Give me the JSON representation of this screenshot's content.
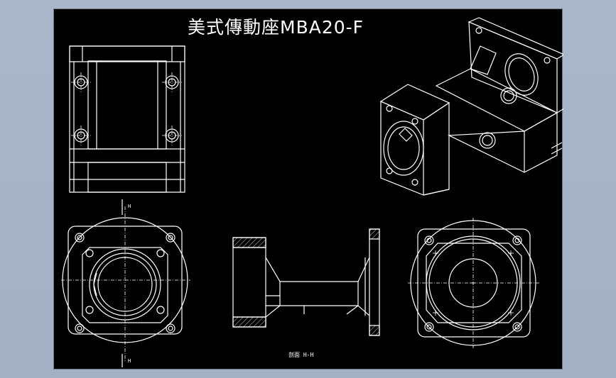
{
  "drawing": {
    "title": "美式傳動座MBA20-F",
    "section_label": "剖面 H-H",
    "cut_marker_top": "H",
    "cut_marker_bottom": "H"
  },
  "colors": {
    "background": "#000000",
    "line": "#ffffff",
    "frame": "#a9b5c8"
  }
}
